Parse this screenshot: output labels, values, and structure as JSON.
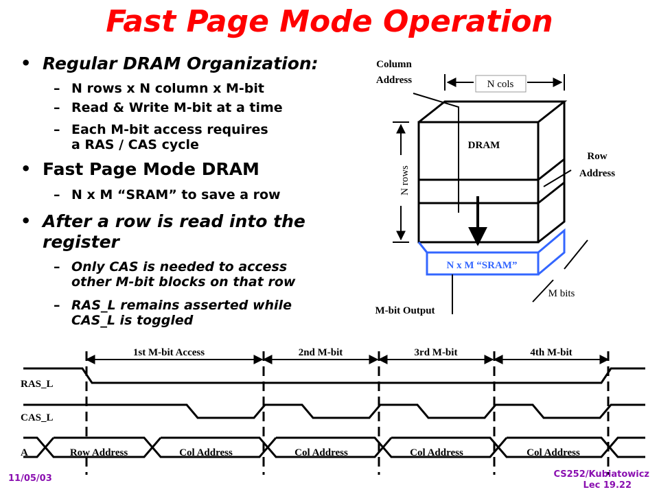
{
  "slide": {
    "title": "Fast Page Mode Operation",
    "bullets": [
      {
        "text": "Regular DRAM Organization:",
        "subs": [
          "N rows x N column x M-bit",
          "Read & Write M-bit at a time",
          "Each M-bit access requires",
          "a RAS / CAS cycle"
        ]
      },
      {
        "text": "Fast Page Mode DRAM",
        "subs": [
          "N x M “SRAM” to save a row"
        ]
      },
      {
        "text": "After a row is read into the",
        "text2": "register",
        "subs": [
          "Only CAS is needed to access",
          "other M-bit blocks on that row",
          "RAS_L remains asserted while",
          "CAS_L is toggled"
        ]
      }
    ],
    "footer_date": "11/05/03",
    "footer_course": "CS252/Kubiatowicz",
    "footer_lec": "Lec 19.22"
  },
  "diagram": {
    "column_address_l1": "Column",
    "column_address_l2": "Address",
    "n_cols": "N cols",
    "dram": "DRAM",
    "row_address_l1": "Row",
    "row_address_l2": "Address",
    "n_rows": "N rows",
    "sram": "N x M “SRAM”",
    "m_bits": "M bits",
    "mbit_output": "M-bit Output"
  },
  "timing": {
    "access_labels": [
      "1st M-bit Access",
      "2nd M-bit",
      "3rd M-bit",
      "4th M-bit"
    ],
    "signals": [
      "RAS_L",
      "CAS_L",
      "A"
    ],
    "address_fields": [
      "Row Address",
      "Col Address",
      "Col Address",
      "Col Address",
      "Col Address"
    ]
  },
  "colors": {
    "title": "#ff0000",
    "sram": "#3366ff",
    "footer": "#8a0fb0"
  }
}
